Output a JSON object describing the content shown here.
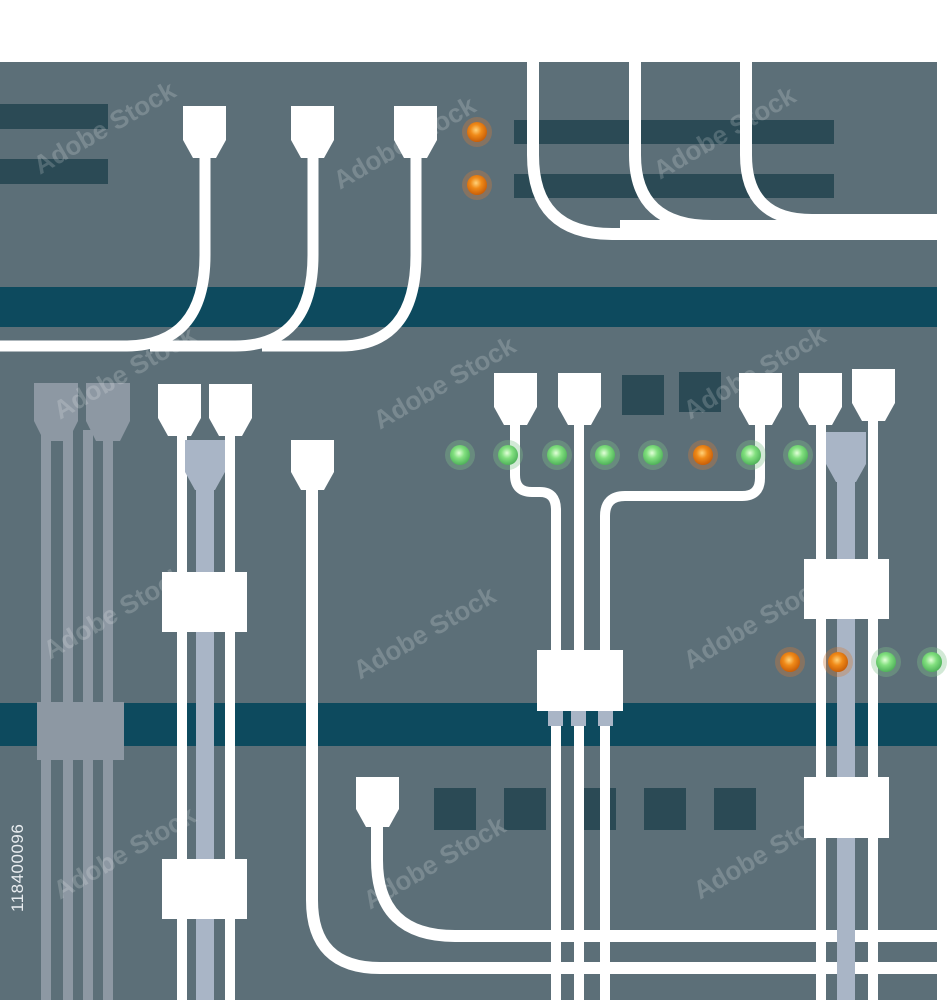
{
  "watermark": {
    "stock_id": "118400096",
    "provider_logo": "Adobe Stock"
  },
  "colors": {
    "background": "#ffffff",
    "panel": "#5c6f78",
    "rail": "#0d4a5e",
    "slot": "#2b4a55",
    "cable": "#ffffff",
    "cable_ghost": "#8d98a3",
    "cable_blue": "#a9b5c6",
    "led_orange": "#f47b12",
    "led_green": "#7be37d"
  },
  "scene": {
    "led_states": [
      "orange",
      "orange",
      "green",
      "green",
      "green",
      "green",
      "green",
      "orange",
      "green",
      "green",
      "orange",
      "orange",
      "green",
      "green"
    ]
  }
}
